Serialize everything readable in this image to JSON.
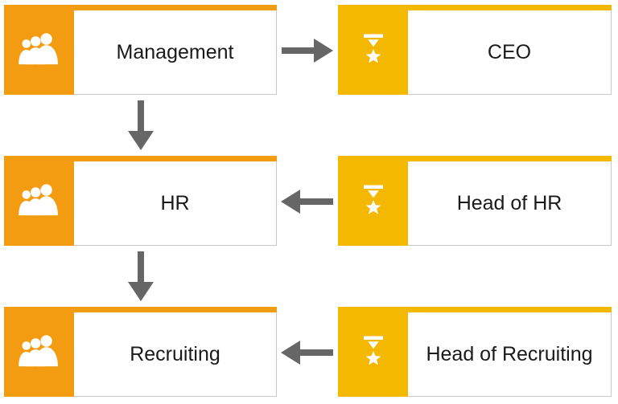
{
  "colors": {
    "org_unit": "#f39c12",
    "role": "#f5b800",
    "arrow": "#666666"
  },
  "nodes": {
    "management": {
      "label": "Management",
      "kind": "org-unit",
      "icon": "group-icon"
    },
    "ceo": {
      "label": "CEO",
      "kind": "role",
      "icon": "position-star-icon"
    },
    "hr": {
      "label": "HR",
      "kind": "org-unit",
      "icon": "group-icon"
    },
    "head_of_hr": {
      "label": "Head of HR",
      "kind": "role",
      "icon": "position-star-icon"
    },
    "recruiting": {
      "label": "Recruiting",
      "kind": "org-unit",
      "icon": "group-icon"
    },
    "head_of_recruiting": {
      "label": "Head of Recruiting",
      "kind": "role",
      "icon": "position-star-icon"
    }
  },
  "connections": [
    {
      "from": "management",
      "to": "ceo"
    },
    {
      "from": "management",
      "to": "hr"
    },
    {
      "from": "head_of_hr",
      "to": "hr"
    },
    {
      "from": "hr",
      "to": "recruiting"
    },
    {
      "from": "head_of_recruiting",
      "to": "recruiting"
    }
  ]
}
